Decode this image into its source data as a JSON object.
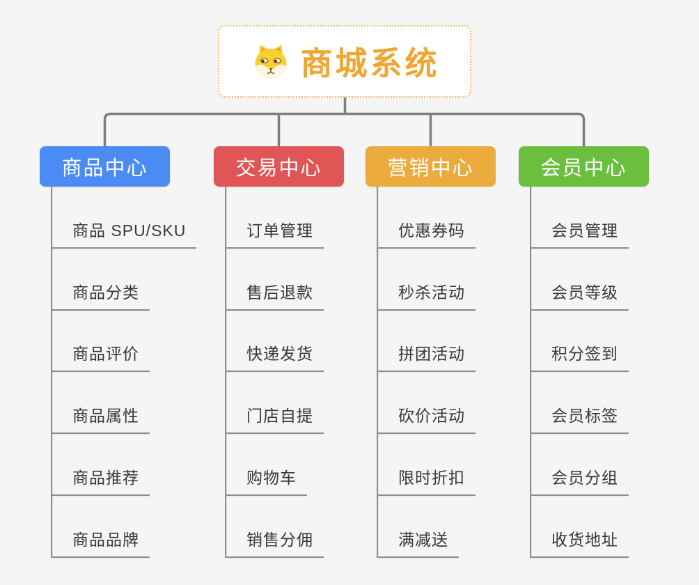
{
  "app": {
    "background_color": "#f5f5f5",
    "connector_color": "#7e7e7e",
    "underline_color": "#8d8d8d"
  },
  "root": {
    "title": "商城系统",
    "icon": "shiba-dog-icon",
    "text_color": "#efa733",
    "border_color": "#f2bc66"
  },
  "branches": [
    {
      "label": "商品中心",
      "color": "#4a8bf4",
      "items": [
        "商品 SPU/SKU",
        "商品分类",
        "商品评价",
        "商品属性",
        "商品推荐",
        "商品品牌"
      ]
    },
    {
      "label": "交易中心",
      "color": "#e05556",
      "items": [
        "订单管理",
        "售后退款",
        "快递发货",
        "门店自提",
        "购物车",
        "销售分佣"
      ]
    },
    {
      "label": "营销中心",
      "color": "#ebac3d",
      "items": [
        "优惠券码",
        "秒杀活动",
        "拼团活动",
        "砍价活动",
        "限时折扣",
        "满减送"
      ]
    },
    {
      "label": "会员中心",
      "color": "#6cbe3e",
      "items": [
        "会员管理",
        "会员等级",
        "积分签到",
        "会员标签",
        "会员分组",
        "收货地址"
      ]
    }
  ]
}
